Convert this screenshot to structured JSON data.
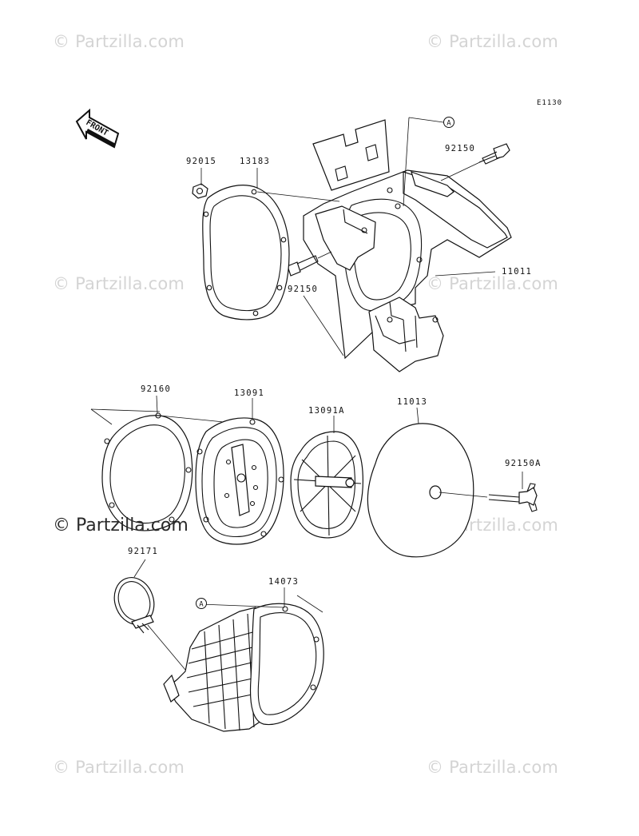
{
  "watermarks": {
    "light": "© Partzilla.com",
    "dark": "© Partzilla.com"
  },
  "diagram": {
    "ref_code": "E1130",
    "front_label": "FRONT",
    "callout_letter": "A"
  },
  "parts": {
    "p92015": "92015",
    "p13183": "13183",
    "p92150_top": "92150",
    "p92150_mid": "92150",
    "p11011": "11011",
    "p92160": "92160",
    "p13091": "13091",
    "p13091A": "13091A",
    "p11013": "11013",
    "p92150A": "92150A",
    "p92171": "92171",
    "p14073": "14073"
  }
}
